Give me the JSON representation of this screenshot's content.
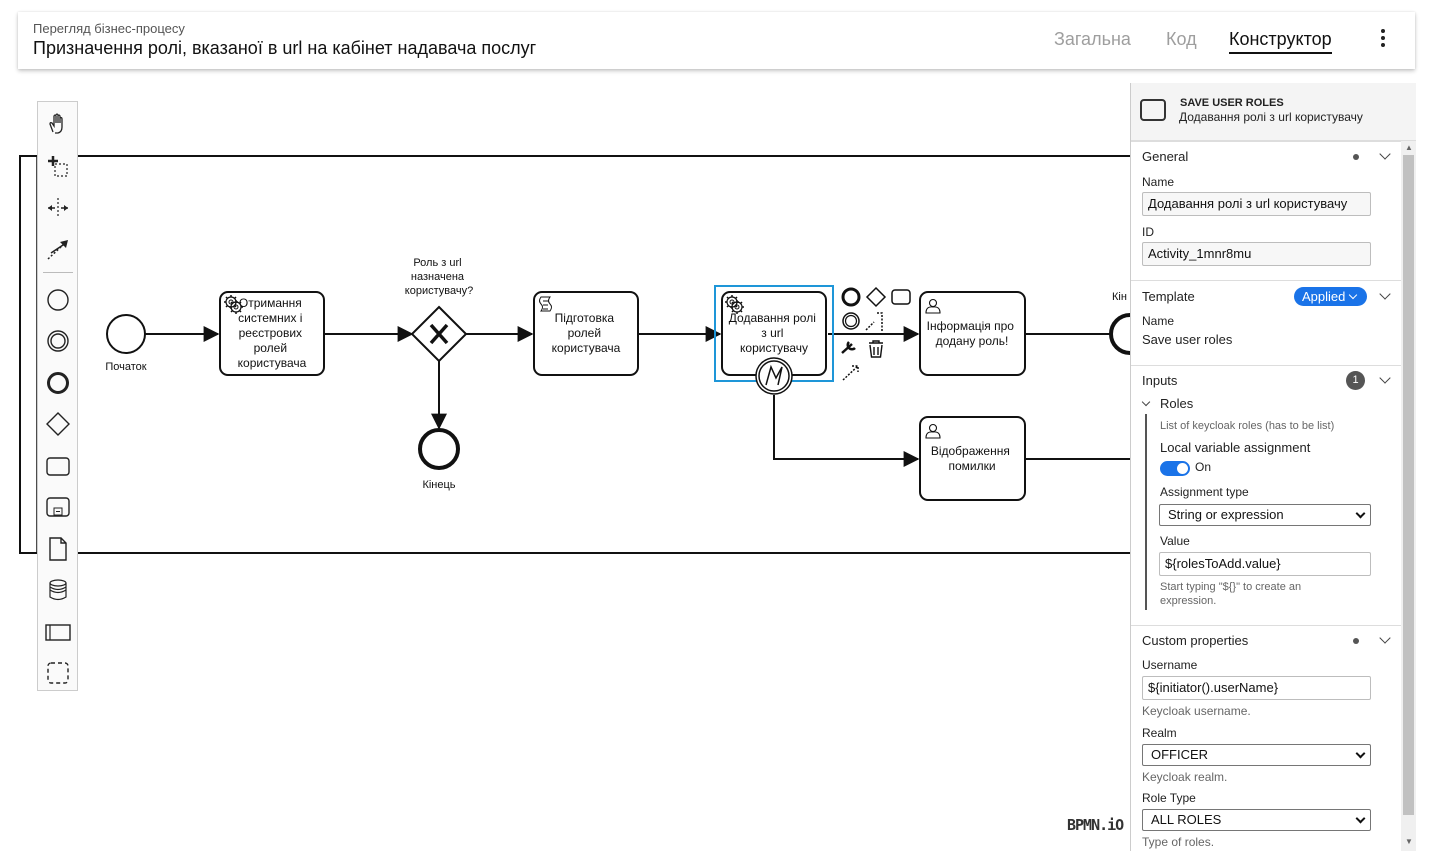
{
  "header": {
    "subtitle": "Перегляд бізнес-процесу",
    "title": "Призначення ролі, вказаної в url на кабінет надавача послуг",
    "tabs": [
      {
        "label": "Загальна",
        "active": false
      },
      {
        "label": "Код",
        "active": false
      },
      {
        "label": "Конструктор",
        "active": true
      }
    ]
  },
  "palette": {
    "tools": [
      "hand-tool-icon",
      "lasso-tool-icon",
      "space-tool-icon",
      "global-connect-tool-icon",
      "start-event-icon",
      "intermediate-event-icon",
      "end-event-icon",
      "gateway-icon",
      "task-icon",
      "subprocess-icon",
      "data-object-icon",
      "data-store-icon",
      "pool-icon",
      "group-icon"
    ]
  },
  "diagram": {
    "start_label": "Початок",
    "task1": [
      "Отримання",
      "системних і",
      "реєстрових",
      "ролей",
      "користувача"
    ],
    "gateway_label": [
      "Роль з url",
      "назначена",
      "користувачу?"
    ],
    "end1_label": "Кінець",
    "task2": [
      "Підготовка",
      "ролей",
      "користувача"
    ],
    "task3": [
      "Додавання ролі",
      "з url",
      "користувачу"
    ],
    "task4": [
      "Інформація про",
      "додану роль!"
    ],
    "task5": [
      "Відображення",
      "помилки"
    ],
    "end2_label": "Кін",
    "watermark": "BPMN.iO"
  },
  "panel": {
    "type": "SAVE USER ROLES",
    "name": "Додавання ролі з url  користувачу",
    "general": {
      "title": "General",
      "name_label": "Name",
      "name_value": "Додавання ролі з url  користувачу",
      "id_label": "ID",
      "id_value": "Activity_1mnr8mu"
    },
    "template": {
      "title": "Template",
      "badge": "Applied",
      "name_label": "Name",
      "name_value": "Save user roles"
    },
    "inputs": {
      "title": "Inputs",
      "count": "1",
      "roles_title": "Roles",
      "roles_desc": "List of keycloak roles (has to be list)",
      "local_label": "Local variable assignment",
      "local_state": "On",
      "assign_label": "Assignment type",
      "assign_value": "String or expression",
      "value_label": "Value",
      "value_value": "${rolesToAdd.value}",
      "hint1": "Start typing \"${}\" to create an",
      "hint2": "expression."
    },
    "custom": {
      "title": "Custom properties",
      "username_label": "Username",
      "username_value": "${initiator().userName}",
      "username_hint": "Keycloak username.",
      "realm_label": "Realm",
      "realm_value": "OFFICER",
      "realm_hint": "Keycloak realm.",
      "roletype_label": "Role Type",
      "roletype_value": "ALL ROLES",
      "roletype_hint": "Type of roles."
    }
  },
  "colors": {
    "accent": "#1a73e8",
    "selection": "#1e96d8"
  }
}
